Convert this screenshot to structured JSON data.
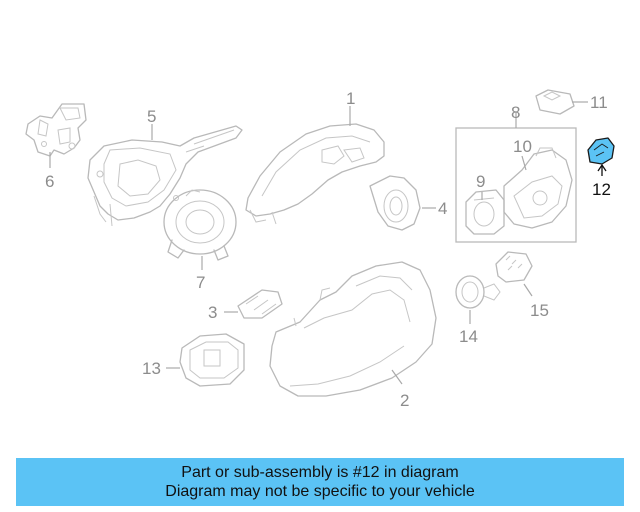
{
  "diagram": {
    "callouts": [
      "1",
      "2",
      "3",
      "4",
      "5",
      "6",
      "7",
      "8",
      "9",
      "10",
      "11",
      "12",
      "13",
      "14",
      "15"
    ],
    "highlighted_part": "12",
    "highlight_color": "#5bc3f5",
    "part_line_color": "#b9b9b9",
    "callout_color": "#8c8c8c"
  },
  "banner": {
    "line1": "Part or sub-assembly is #12 in diagram",
    "line2": "Diagram may not be specific to your vehicle",
    "background": "#5bc3f5"
  }
}
